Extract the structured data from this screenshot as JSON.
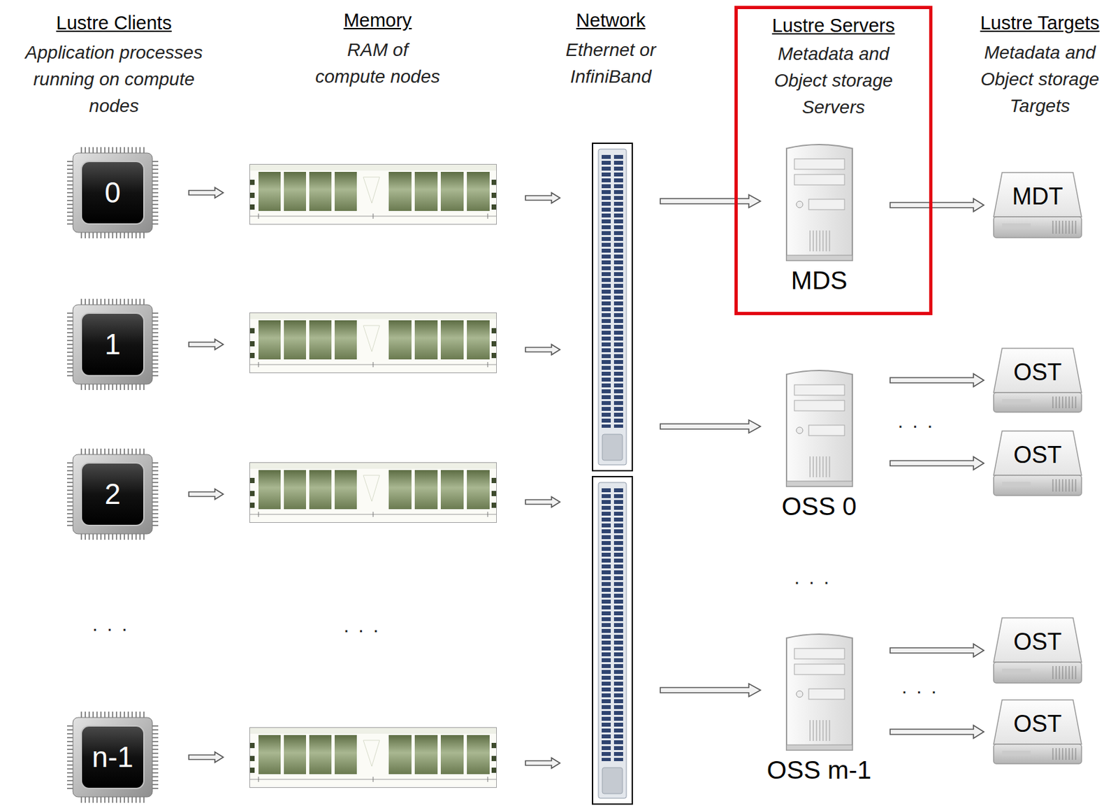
{
  "diagram": {
    "nodes": [
      {
        "text": [
          "0"
        ]
      },
      {
        "text": [
          "1"
        ]
      },
      {
        "text": [
          "2"
        ]
      },
      {
        "text": [
          "n-1"
        ]
      },
      {
        "text": [
          "Lustre Servers",
          "Metadata and Object storage Servers"
        ]
      },
      {
        "text": [
          "MDS"
        ],
        "in": 4
      },
      {
        "text": [
          "OSS 0"
        ]
      },
      {
        "text": [
          "OSS m-1"
        ]
      },
      {
        "text": [
          "MDT"
        ]
      },
      {
        "text": [
          "OST"
        ]
      },
      {
        "text": [
          "OST"
        ]
      },
      {
        "text": [
          "OST"
        ]
      },
      {
        "text": [
          "OST"
        ]
      }
    ],
    "edges": [
      {
        "from": 5,
        "to": 8,
        "arrow": "to"
      },
      {
        "from": 6,
        "to": 9,
        "arrow": "to"
      },
      {
        "from": 6,
        "to": 10,
        "arrow": "to"
      },
      {
        "from": 7,
        "to": 11,
        "arrow": "to"
      },
      {
        "from": 7,
        "to": 12,
        "arrow": "to"
      }
    ],
    "labels": [
      "Lustre Clients",
      "Application processes running on compute nodes",
      "Memory",
      "RAM of compute nodes",
      "Network",
      "Ethernet or InfiniBand",
      "Lustre Targets",
      "Metadata and Object storage Targets",
      ". . .",
      ". . .",
      ". . .",
      ". . .",
      ". . ."
    ]
  }
}
